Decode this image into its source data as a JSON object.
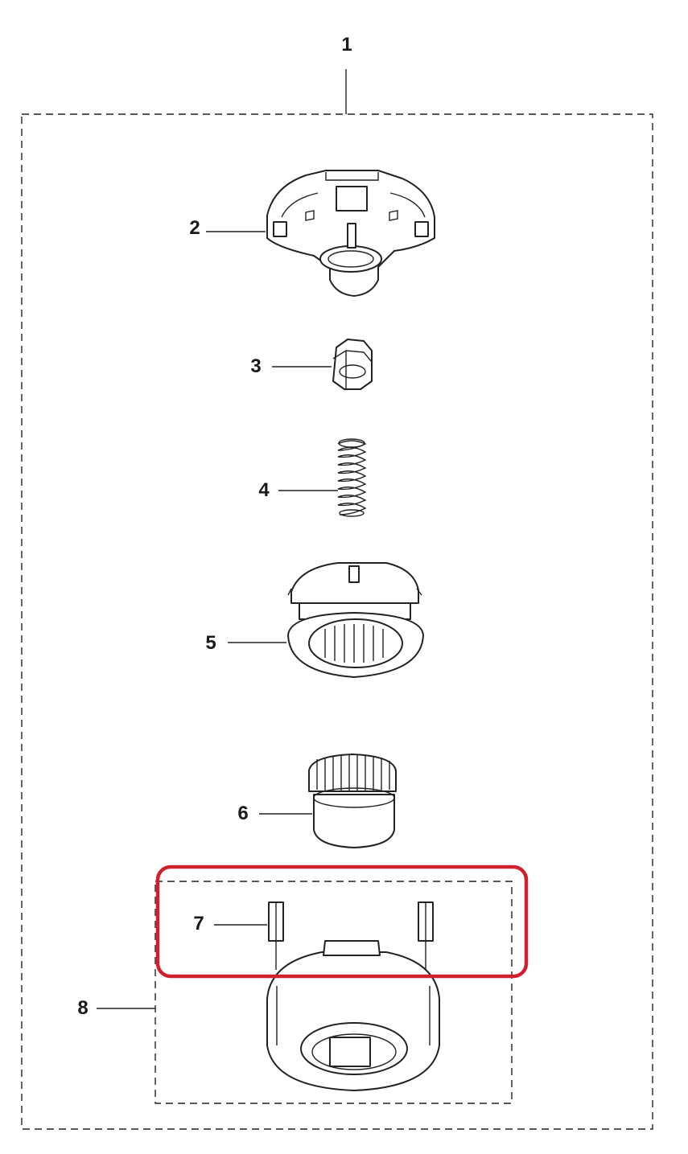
{
  "diagram": {
    "callouts": [
      {
        "id": "1",
        "label": "1"
      },
      {
        "id": "2",
        "label": "2"
      },
      {
        "id": "3",
        "label": "3"
      },
      {
        "id": "4",
        "label": "4"
      },
      {
        "id": "5",
        "label": "5"
      },
      {
        "id": "6",
        "label": "6"
      },
      {
        "id": "7",
        "label": "7"
      },
      {
        "id": "8",
        "label": "8"
      }
    ],
    "colors": {
      "line": "#222222",
      "highlight": "#d0202e",
      "background": "#ffffff"
    }
  }
}
